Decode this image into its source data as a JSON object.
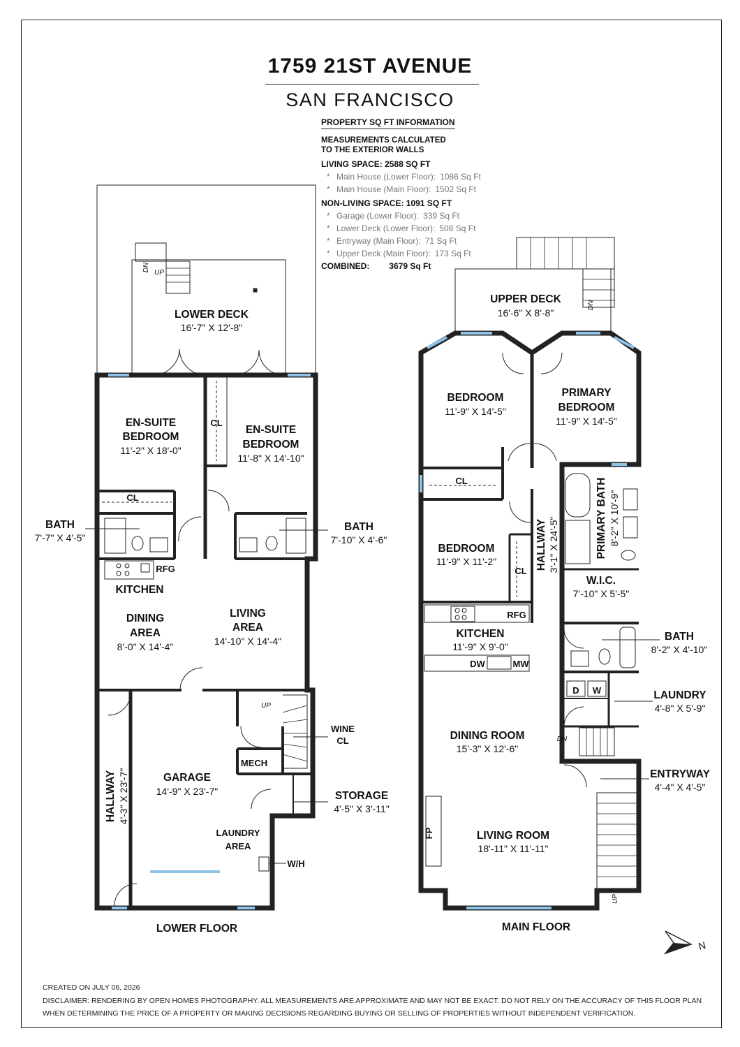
{
  "header": {
    "title": "1759 21ST AVENUE",
    "subtitle": "SAN FRANCISCO"
  },
  "info": {
    "heading": "PROPERTY SQ FT INFORMATION",
    "note_line1": "MEASUREMENTS CALCULATED",
    "note_line2": "TO THE EXTERIOR WALLS",
    "living_space": "LIVING SPACE: 2588 SQ FT",
    "living_items": [
      {
        "label": "Main House (Lower Floor):",
        "value": "1086 Sq Ft"
      },
      {
        "label": "Main House (Main Floor):",
        "value": "1502 Sq Ft"
      }
    ],
    "non_living_space": "NON-LIVING SPACE: 1091 SQ FT",
    "non_living_items": [
      {
        "label": "Garage (Lower Floor):",
        "value": "339 Sq Ft"
      },
      {
        "label": "Lower Deck (Lower Floor):",
        "value": "508 Sq Ft"
      },
      {
        "label": "Entryway (Main Floor):",
        "value": "71 Sq Ft"
      },
      {
        "label": "Upper Deck (Main Floor):",
        "value": "173 Sq Ft"
      }
    ],
    "combined_label": "COMBINED:",
    "combined_value": "3679  Sq Ft"
  },
  "lower_floor": {
    "title": "LOWER FLOOR",
    "lower_deck": {
      "name": "LOWER DECK",
      "dims": "16'-7\" X 12'-8\""
    },
    "ensuite1": {
      "name1": "EN-SUITE",
      "name2": "BEDROOM",
      "dims": "11'-2\" X 18'-0\""
    },
    "ensuite2": {
      "name1": "EN-SUITE",
      "name2": "BEDROOM",
      "dims": "11'-8\" X 14'-10\""
    },
    "closet_a": "CL",
    "closet_b": "CL",
    "bath1": {
      "name": "BATH",
      "dims": "7'-7\" X 4'-5\""
    },
    "bath2": {
      "name": "BATH",
      "dims": "7'-10\" X 4'-6\""
    },
    "rfg": "RFG",
    "kitchen": "KITCHEN",
    "dining": {
      "name1": "DINING",
      "name2": "AREA",
      "dims": "8'-0\" X 14'-4\""
    },
    "living": {
      "name1": "LIVING",
      "name2": "AREA",
      "dims": "14'-10\" X 14'-4\""
    },
    "hallway": {
      "name": "HALLWAY",
      "dims": "4'-3\" X 23'-7\""
    },
    "garage": {
      "name": "GARAGE",
      "dims": "14'-9\" X 23'-7\""
    },
    "laundry": {
      "name1": "LAUNDRY",
      "name2": "AREA"
    },
    "wine": {
      "name1": "WINE",
      "name2": "CL"
    },
    "mech": "MECH",
    "storage": {
      "name": "STORAGE",
      "dims": "4'-5\" X 3'-11\""
    },
    "wh": "W/H",
    "up": "UP",
    "dn": "DN",
    "up2": "UP"
  },
  "main_floor": {
    "title": "MAIN FLOOR",
    "upper_deck": {
      "name": "UPPER DECK",
      "dims": "16'-6\" X 8'-8\""
    },
    "dn": "DN",
    "bedroom1": {
      "name": "BEDROOM",
      "dims": "11'-9\" X 14'-5\""
    },
    "primary_bedroom": {
      "name1": "PRIMARY",
      "name2": "BEDROOM",
      "dims": "11'-9\" X 14'-5\""
    },
    "closet_a": "CL",
    "closet_b": "CL",
    "bedroom2": {
      "name": "BEDROOM",
      "dims": "11'-9\" X 11'-2\""
    },
    "hallway": {
      "name": "HALLWAY",
      "dims": "3'-1\" X 24'-5\""
    },
    "primary_bath": {
      "name": "PRIMARY BATH",
      "dims": "8'-2\" X 10'-9\""
    },
    "wic": {
      "name": "W.I.C.",
      "dims": "7'-10\" X 5'-5\""
    },
    "rfg": "RFG",
    "kitchen": {
      "name": "KITCHEN",
      "dims": "11'-9\" X 9'-0\""
    },
    "dw": "DW",
    "mw": "MW",
    "bath": {
      "name": "BATH",
      "dims": "8'-2\" X 4'-10\""
    },
    "laundry": {
      "name": "LAUNDRY",
      "dims": "4'-8\" X 5'-9\""
    },
    "dryer": "D",
    "washer": "W",
    "dining": {
      "name": "DINING ROOM",
      "dims": "15'-3\" X 12'-6\""
    },
    "entryway": {
      "name": "ENTRYWAY",
      "dims": "4'-4\" X 4'-5\""
    },
    "fp": "FP",
    "living": {
      "name": "LIVING ROOM",
      "dims": "18'-11\" X 11'-11\""
    },
    "stair_dn": "DN",
    "stair_up": "UP"
  },
  "compass": {
    "label": "N"
  },
  "footer": {
    "created": "CREATED ON JULY 06, 2026",
    "disclaimer1": "DISCLAIMER: RENDERING BY OPEN HOMES PHOTOGRAPHY. ALL MEASUREMENTS ARE APPROXIMATE AND MAY NOT BE EXACT. DO NOT RELY ON THE ACCURACY OF THIS FLOOR PLAN",
    "disclaimer2": "WHEN DETERMINING THE PRICE OF A PROPERTY OR MAKING DECISIONS REGARDING BUYING OR SELLING OF PROPERTIES WITHOUT INDEPENDENT VERIFICATION."
  },
  "colors": {
    "wall": "#222222",
    "window": "#8fc3e8",
    "muted": "#777777"
  }
}
